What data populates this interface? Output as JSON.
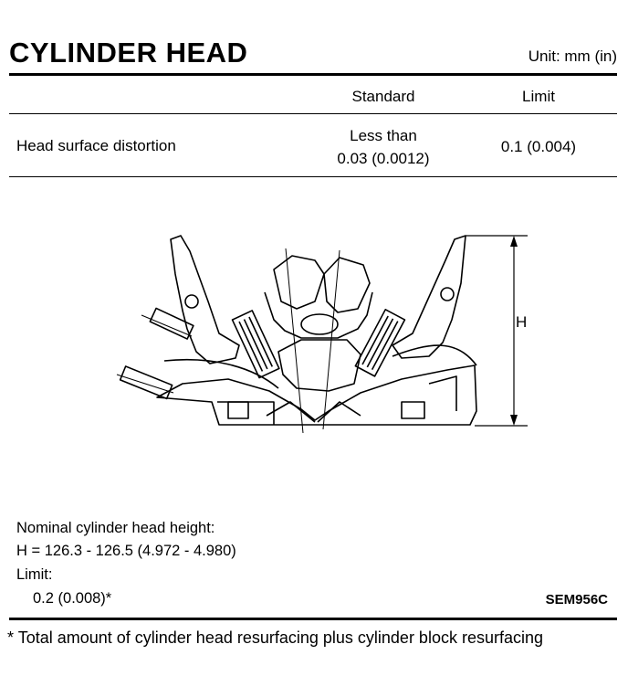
{
  "header": {
    "title": "CYLINDER HEAD",
    "unit": "Unit: mm (in)"
  },
  "table": {
    "columns": [
      "Standard",
      "Limit"
    ],
    "rows": [
      {
        "item": "Head surface distortion",
        "standard_line1": "Less than",
        "standard_line2": "0.03 (0.0012)",
        "limit": "0.1 (0.004)"
      }
    ]
  },
  "figure": {
    "dimension_label": "H",
    "code": "SEM956C"
  },
  "notes": {
    "line1": "Nominal cylinder head height:",
    "line2": "H = 126.3 - 126.5 (4.972 - 4.980)",
    "line3": "Limit:",
    "line4": "0.2 (0.008)*"
  },
  "footnote": {
    "marker": "*",
    "text": "Total amount of cylinder head resurfacing plus cylinder block resurfacing"
  }
}
